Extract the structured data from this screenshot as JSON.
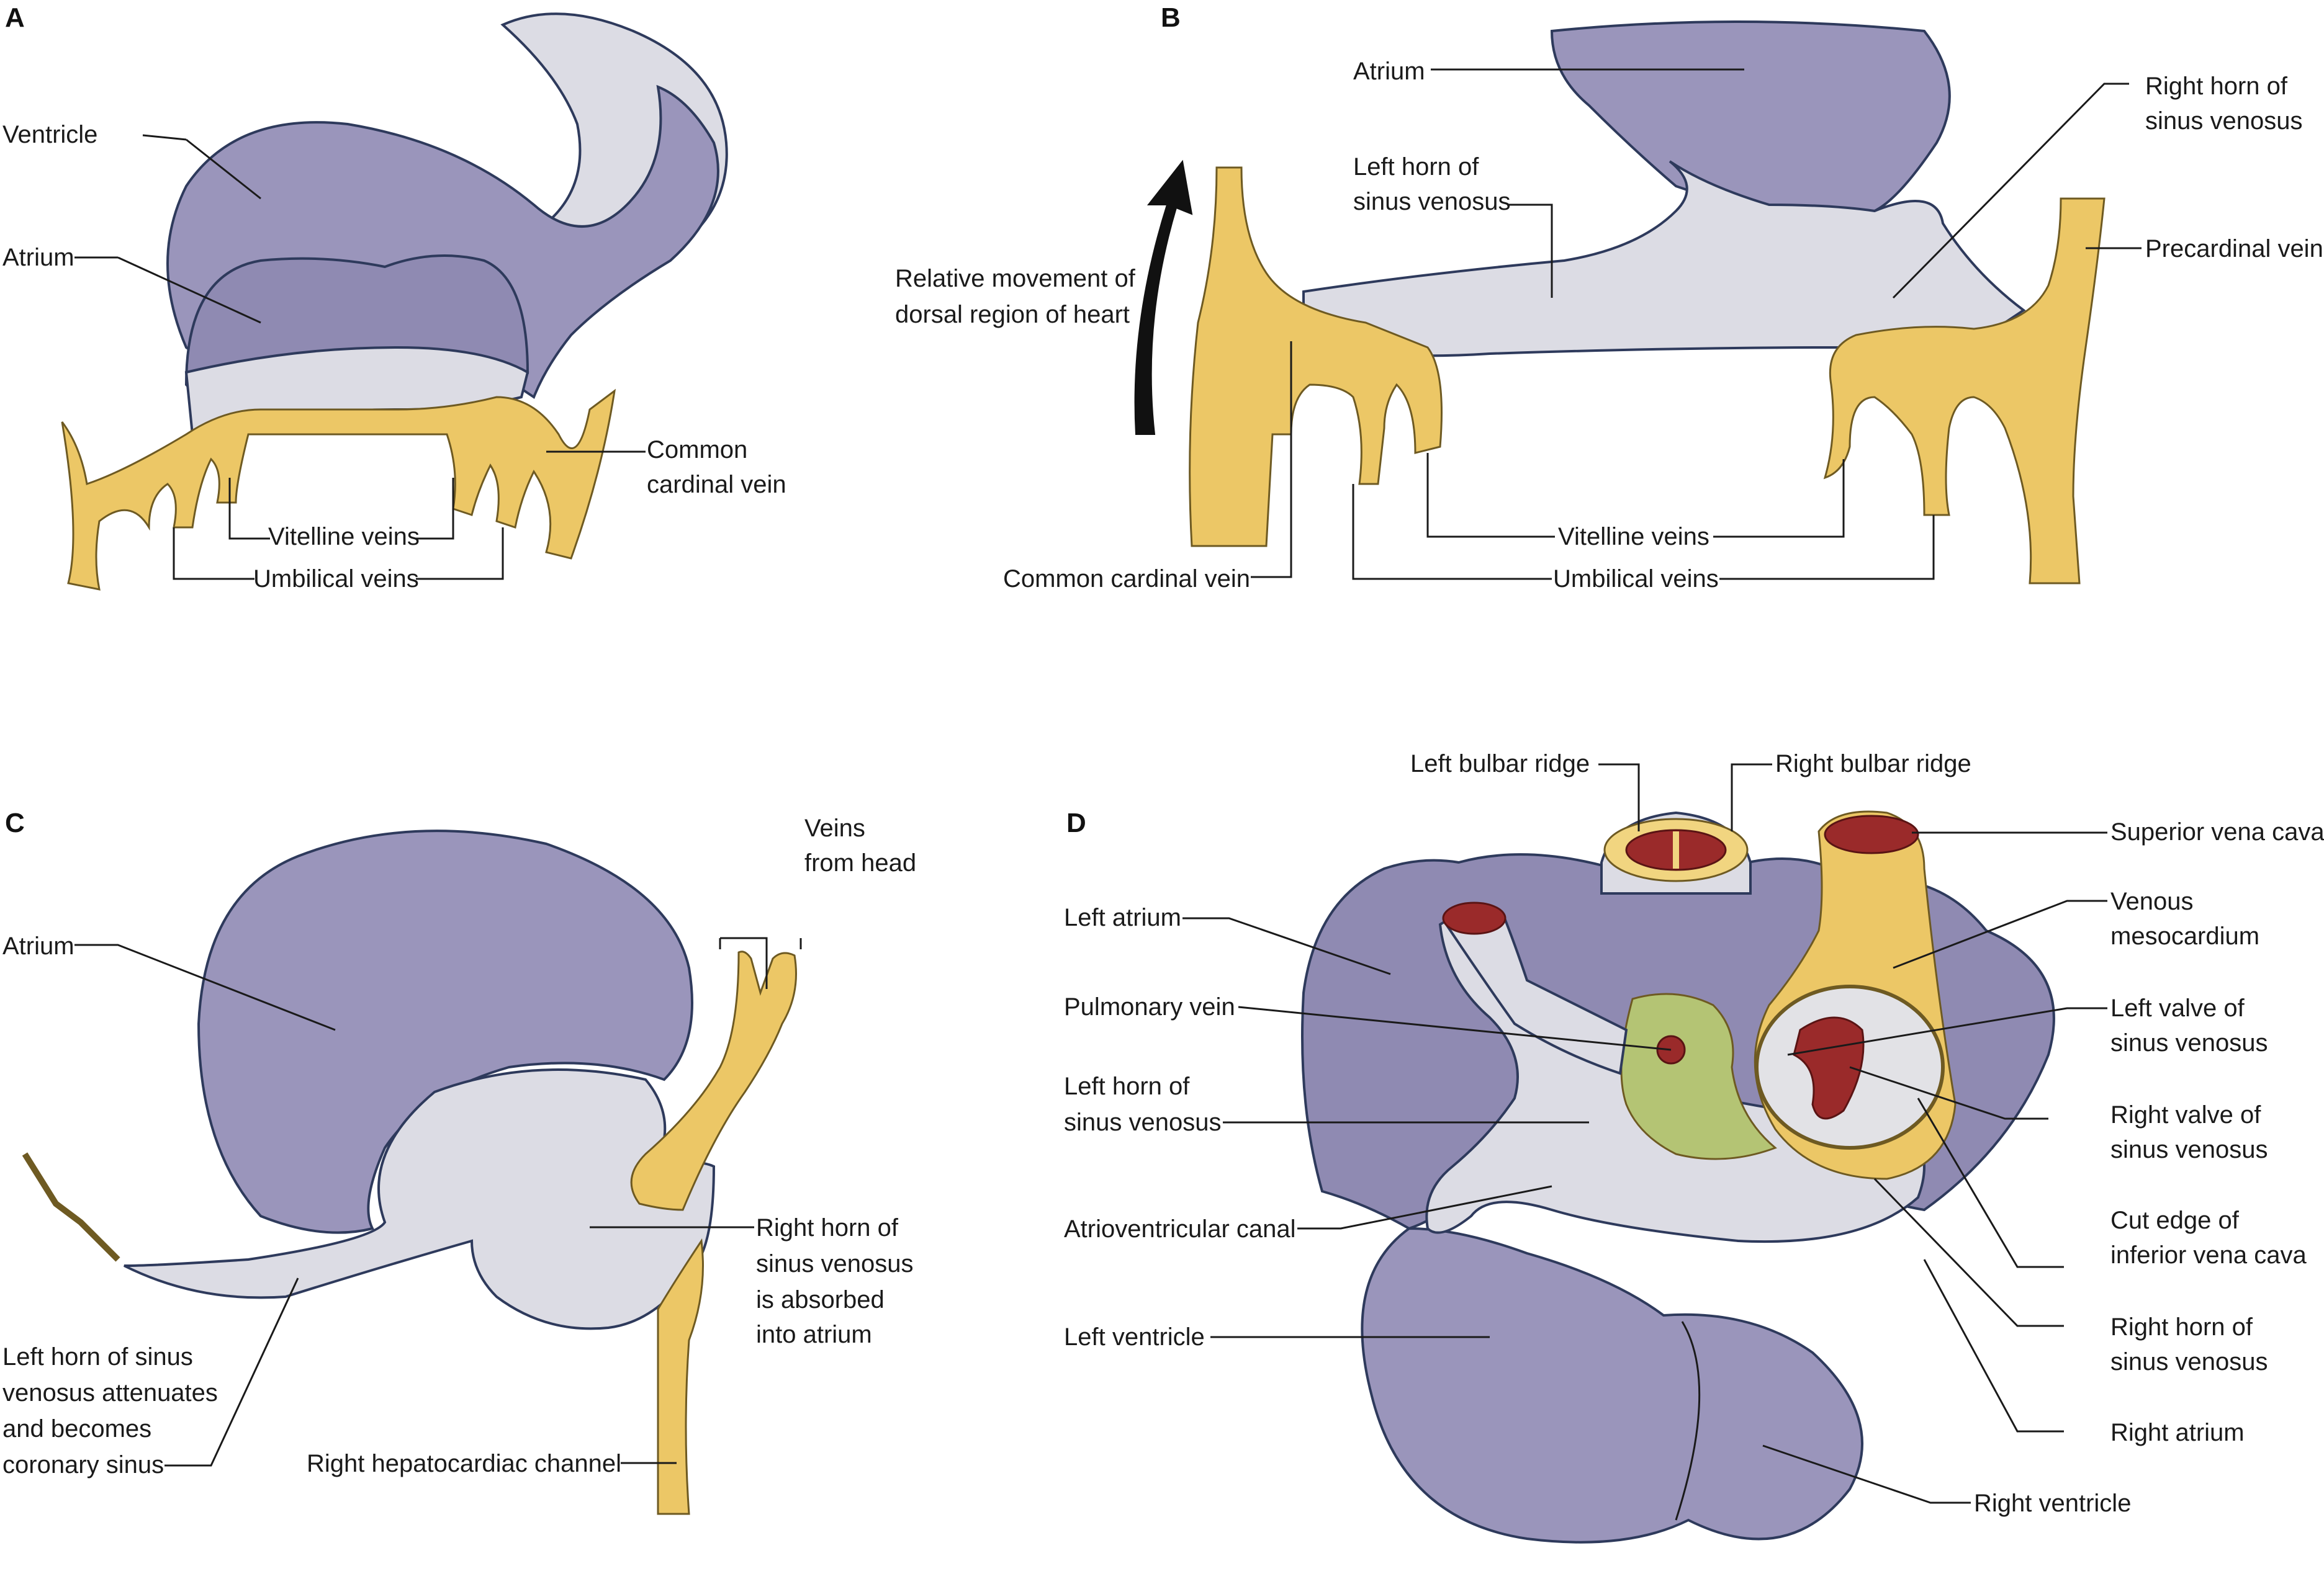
{
  "panels": {
    "a": "A",
    "b": "B",
    "c": "C",
    "d": "D"
  },
  "panel_a": {
    "ventricle": "Ventricle",
    "atrium": "Atrium",
    "common_cardinal_vein_1": "Common",
    "common_cardinal_vein_2": "cardinal vein",
    "vitelline_veins": "Vitelline veins",
    "umbilical_veins": "Umbilical veins"
  },
  "panel_b": {
    "atrium": "Atrium",
    "right_horn_1": "Right horn of",
    "right_horn_2": "sinus venosus",
    "left_horn_1": "Left horn of",
    "left_horn_2": "sinus venosus",
    "precardinal_vein": "Precardinal vein",
    "movement_1": "Relative movement of",
    "movement_2": "dorsal region of heart",
    "vitelline_veins": "Vitelline veins",
    "umbilical_veins": "Umbilical veins",
    "common_cardinal_vein": "Common cardinal vein"
  },
  "panel_c": {
    "veins_from_head_1": "Veins",
    "veins_from_head_2": "from head",
    "atrium": "Atrium",
    "right_horn_1": "Right horn of",
    "right_horn_2": "sinus venosus",
    "right_horn_3": "is absorbed",
    "right_horn_4": "into atrium",
    "left_horn_1": "Left horn of sinus",
    "left_horn_2": "venosus attenuates",
    "left_horn_3": "and becomes",
    "left_horn_4": "coronary sinus",
    "hepatocardiac": "Right hepatocardiac channel"
  },
  "panel_d": {
    "left_bulbar_ridge": "Left bulbar ridge",
    "right_bulbar_ridge": "Right bulbar ridge",
    "superior_vena_cava": "Superior vena cava",
    "left_atrium": "Left atrium",
    "venous_mesocardium_1": "Venous",
    "venous_mesocardium_2": "mesocardium",
    "pulmonary_vein": "Pulmonary vein",
    "left_valve_1": "Left valve of",
    "left_valve_2": "sinus venosus",
    "left_horn_1": "Left horn of",
    "left_horn_2": "sinus venosus",
    "right_valve_1": "Right valve of",
    "right_valve_2": "sinus venosus",
    "av_canal": "Atrioventricular canal",
    "cut_edge_1": "Cut edge of",
    "cut_edge_2": "inferior vena cava",
    "right_horn_1": "Right horn of",
    "right_horn_2": "sinus venosus",
    "left_ventricle": "Left ventricle",
    "right_atrium": "Right atrium",
    "right_ventricle": "Right ventricle"
  }
}
